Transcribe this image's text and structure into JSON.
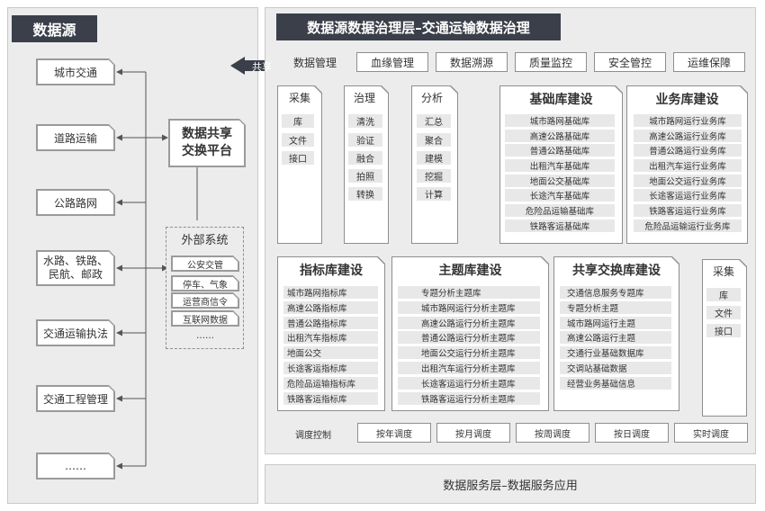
{
  "left_panel": {
    "title": "数据源",
    "sources": [
      "城市交通",
      "道路运输",
      "公路路网",
      "水路、铁路、民航、邮政",
      "交通运输执法",
      "交通工程管理",
      "……"
    ],
    "platform": "数据共享交换平台",
    "external": {
      "title": "外部系统",
      "items": [
        "公安交管",
        "停车、气象",
        "运营商信令",
        "互联网数据",
        "……"
      ]
    }
  },
  "share_arrow_label": "共享",
  "governance": {
    "title": "数据源数据治理层–交通运输数据治理",
    "management_label": "数据管理",
    "management_items": [
      "血缘管理",
      "数据溯源",
      "质量监控",
      "安全管控",
      "运维保障"
    ],
    "collect": {
      "title": "采集",
      "items": [
        "库",
        "文件",
        "接口"
      ]
    },
    "govern": {
      "title": "治理",
      "items": [
        "清洗",
        "验证",
        "融合",
        "拍照",
        "转换"
      ]
    },
    "analyze": {
      "title": "分析",
      "items": [
        "汇总",
        "聚合",
        "建模",
        "挖掘",
        "计算"
      ]
    },
    "base_lib": {
      "title": "基础库建设",
      "items": [
        "城市路网基础库",
        "高速公路基础库",
        "普通公路基础库",
        "出租汽车基础库",
        "地面公交基础库",
        "长途汽车基础库",
        "危险品运输基础库",
        "铁路客运基础库"
      ]
    },
    "biz_lib": {
      "title": "业务库建设",
      "items": [
        "城市路网运行业务库",
        "高速公路运行业务库",
        "普通公路运行业务库",
        "出租汽车运行业务库",
        "地面公交运行业务库",
        "长途客运运行业务库",
        "铁路客运运行业务库",
        "危险品运输运行业务库"
      ]
    },
    "index_lib": {
      "title": "指标库建设",
      "items": [
        "城市路网指标库",
        "高速公路指标库",
        "普通公路指标库",
        "出租汽车指标库",
        "地面公交",
        "长途客运指标库",
        "危险品运输指标库",
        "铁路客运指标库"
      ]
    },
    "topic_lib": {
      "title": "主题库建设",
      "items": [
        "专题分析主题库",
        "城市路网运行分析主题库",
        "高速公路运行分析主题库",
        "普通公路运行分析主题库",
        "地面公交运行分析主题库",
        "出租汽车运行分析主题库",
        "长途客运运行分析主题库",
        "铁路客运运行分析主题库"
      ]
    },
    "share_lib": {
      "title": "共享交换库建设",
      "items": [
        "交通信息服务专题库",
        "专题分析主题",
        "城市路网运行主题",
        "高速公路运行主题",
        "交通行业基础数据库",
        "交调站基础数据",
        "经营业务基础信息"
      ]
    },
    "collect2": {
      "title": "采集",
      "items": [
        "库",
        "文件",
        "接口"
      ]
    },
    "schedule_label": "调度控制",
    "schedule_items": [
      "按年调度",
      "按月调度",
      "按周调度",
      "按日调度",
      "实时调度"
    ]
  },
  "service_layer": {
    "title": "数据服务层–数据服务应用"
  },
  "colors": {
    "title_bg": "#3a3f4a",
    "panel_bg": "#ececec",
    "pill_bg": "#e8e8e8",
    "line": "#555555"
  }
}
